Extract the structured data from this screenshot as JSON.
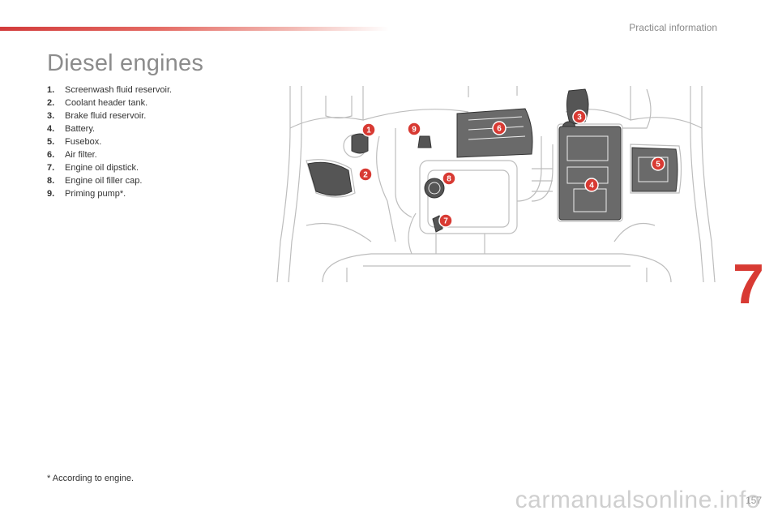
{
  "header": {
    "section_title": "Practical information"
  },
  "page_title": "Diesel engines",
  "legend": [
    {
      "num": "1.",
      "text": "Screenwash fluid reservoir."
    },
    {
      "num": "2.",
      "text": "Coolant header tank."
    },
    {
      "num": "3.",
      "text": "Brake fluid reservoir."
    },
    {
      "num": "4.",
      "text": "Battery."
    },
    {
      "num": "5.",
      "text": "Fusebox."
    },
    {
      "num": "6.",
      "text": "Air filter."
    },
    {
      "num": "7.",
      "text": "Engine oil dipstick."
    },
    {
      "num": "8.",
      "text": "Engine oil filler cap."
    },
    {
      "num": "9.",
      "text": "Priming pump*."
    }
  ],
  "callouts": [
    "1",
    "2",
    "3",
    "4",
    "5",
    "6",
    "7",
    "8",
    "9"
  ],
  "chapter_number": "7",
  "footnote": "* According to engine.",
  "page_number": "157",
  "watermark": "carmanualsonline.info",
  "colors": {
    "accent": "#d83a33",
    "diagram_line": "#bdbdbd",
    "highlight_fill": "#555555"
  }
}
